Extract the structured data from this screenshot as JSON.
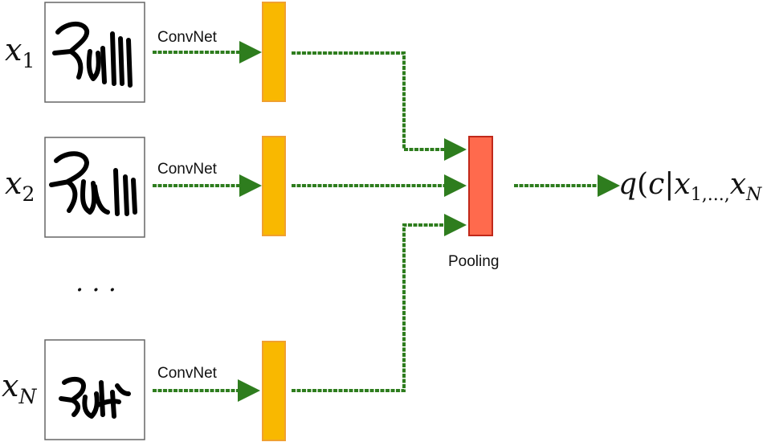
{
  "inputs": [
    {
      "var": "x",
      "sub": "1",
      "conv_label": "ConvNet"
    },
    {
      "var": "x",
      "sub": "2",
      "conv_label": "ConvNet"
    },
    {
      "var": "x",
      "sub": "N",
      "conv_label": "ConvNet"
    }
  ],
  "ellipsis": ". . .",
  "pooling_label": "Pooling",
  "output": {
    "q": "q",
    "c": "c",
    "x": "x",
    "sub1": "1",
    "dots": ",...,",
    "subN": "N"
  },
  "colors": {
    "feature_fill": "#F9B800",
    "feature_stroke": "#F0A030",
    "pool_fill": "#FF6A4D",
    "pool_stroke": "#C0281A",
    "arrow": "#2E7D1E"
  }
}
